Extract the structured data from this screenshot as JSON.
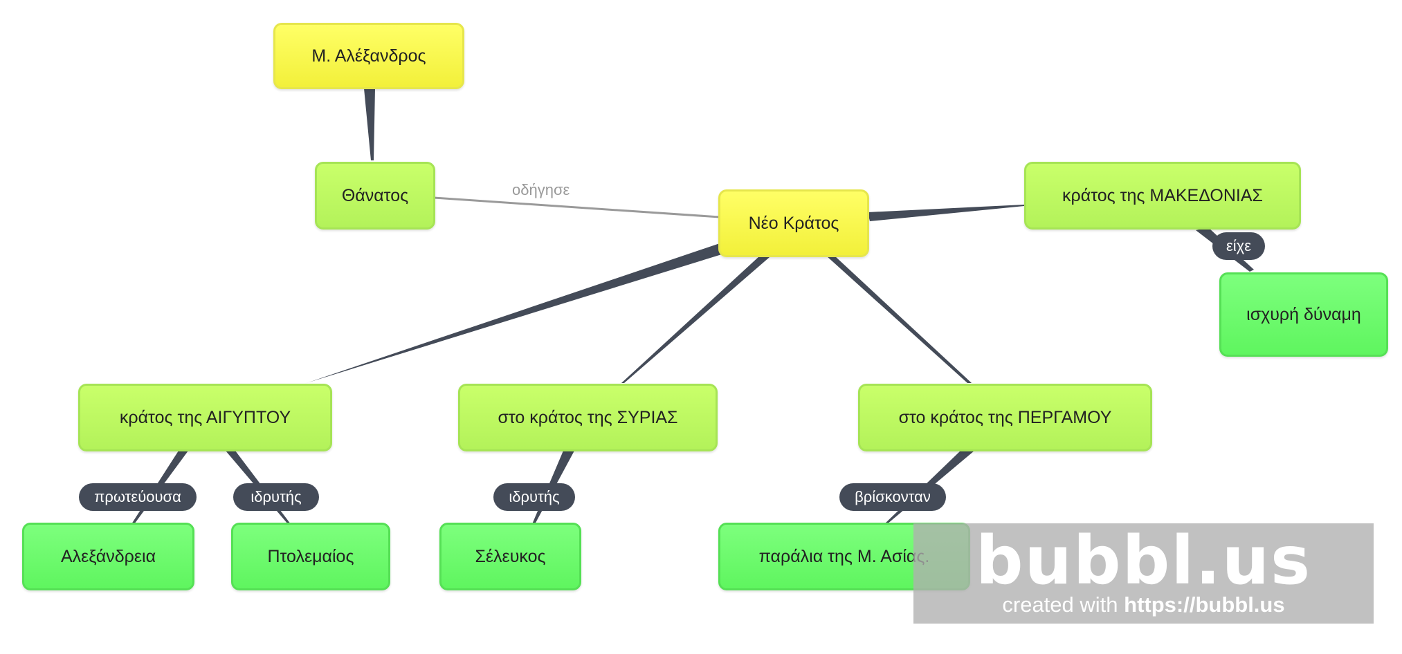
{
  "nodes": {
    "alexandros": "Μ. Αλέξανδρος",
    "thanatos": "Θάνατος",
    "neo_kratos": "Νέο Κράτος",
    "makedonia": "κράτος της ΜΑΚΕΔΟΝΙΑΣ",
    "dynami": "ισχυρή δύναμη",
    "aigyptos": "κράτος της ΑΙΓΥΠΤΟΥ",
    "syria": "στο κράτος της ΣΥΡΙΑΣ",
    "pergamos": "στο κράτος της ΠΕΡΓΑΜΟΥ",
    "alexandreia": "Αλεξάνδρεια",
    "ptolemaios": "Πτολεμαίος",
    "seleukos": "Σέλευκος",
    "paralia": "παράλια της Μ. Ασίας."
  },
  "edge_labels": {
    "odigise": "οδήγησε",
    "eixe": "είχε",
    "protevousa": "πρωτεύουσα",
    "idrytis_1": "ιδρυτής",
    "idrytis_2": "ιδρυτής",
    "vriskontan": "βρίσκονταν"
  },
  "watermark": {
    "logo": "bubbl.us",
    "created_prefix": "created with ",
    "created_url": "https://bubbl.us"
  },
  "colors": {
    "central_node": "#ffff66",
    "branch_node": "#c9ff6a",
    "leaf_node": "#7dff7d",
    "connector": "#444b58",
    "plain_connector": "#9a9a9a"
  }
}
